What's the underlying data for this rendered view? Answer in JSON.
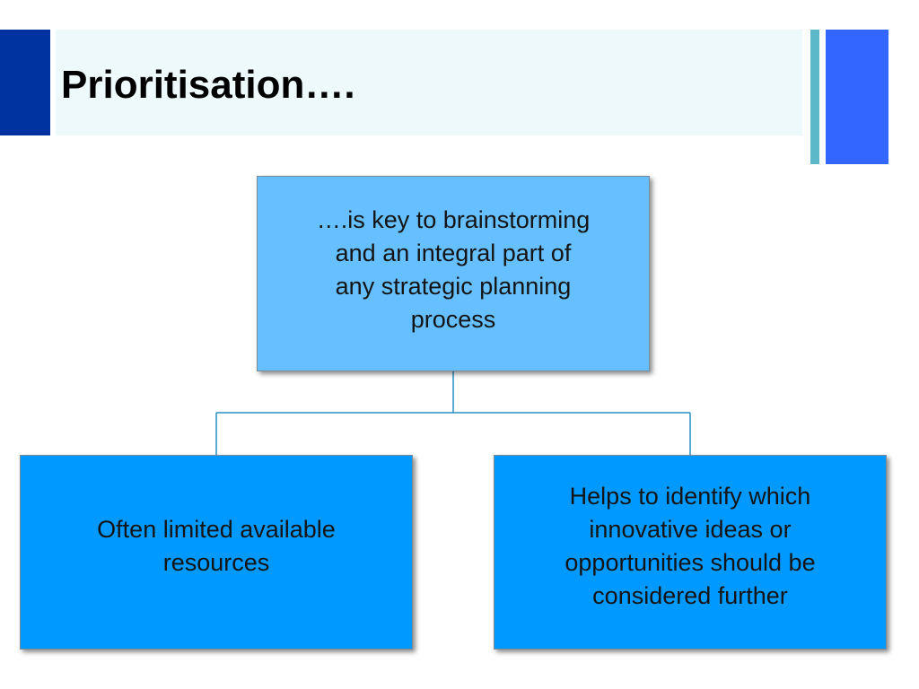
{
  "slide": {
    "title": "Prioritisation…."
  },
  "diagram": {
    "root": {
      "lines": [
        "….is key to brainstorming",
        "and an integral part of",
        "any strategic planning",
        "process"
      ]
    },
    "children": [
      {
        "lines": [
          "Often limited available",
          "resources"
        ]
      },
      {
        "lines": [
          "Helps to identify which",
          "innovative ideas or",
          "opportunities should be",
          "considered further"
        ]
      }
    ]
  },
  "colors": {
    "title_accent": "#0033a0",
    "title_band": "#eef9fb",
    "side_bar_thin": "#5bb8c8",
    "side_bar_wide": "#3366ff",
    "root_fill": "#66c0ff",
    "child_fill": "#0099ff",
    "connector": "#2a8fc4"
  }
}
